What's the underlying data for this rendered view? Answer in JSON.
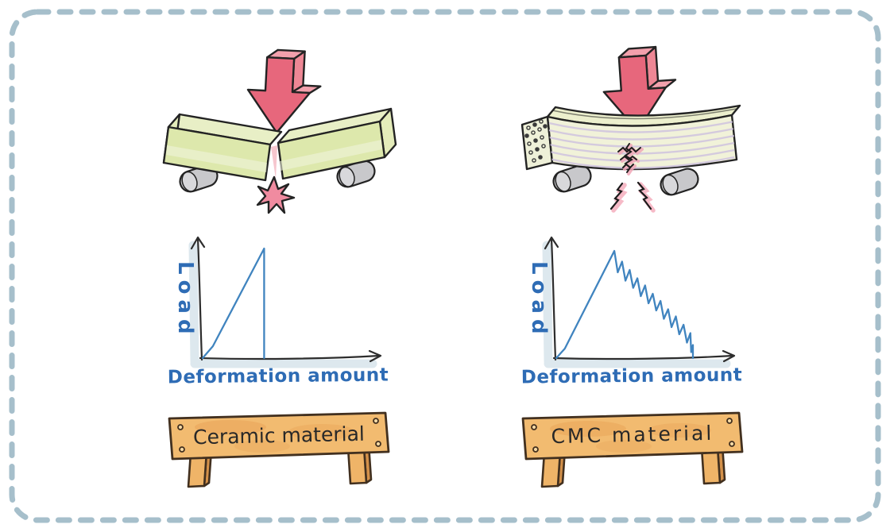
{
  "figure": {
    "type": "hand-drawn comparison diagram of flexural failure behaviour",
    "border_color": "#a6bfcb",
    "background_color": "#ffffff"
  },
  "colors": {
    "force_arrow_pink": "#e7677c",
    "ceramic_beam_green": "#dde8ac",
    "cmc_layer_stripe_lavender": "#cfc3de",
    "roller_gray": "#c8c8cb",
    "wood_sign_orange": "#f2bb70",
    "curve_blue": "#4084bf",
    "label_blue": "#2e6cb5",
    "crack_pink": "#f08ba0",
    "sign_text": "#282828"
  },
  "panels": [
    {
      "id": "ceramic",
      "sign_label": "Ceramic material",
      "icons": [
        "force-arrow-icon",
        "broken-beam",
        "support-rollers",
        "fracture-star-icon"
      ]
    },
    {
      "id": "cmc",
      "sign_label": "CMC material",
      "icons": [
        "force-arrow-icon",
        "layered-beam",
        "fiber-dots",
        "support-rollers",
        "crack-zigzag-icon",
        "crack-bolt-icon"
      ]
    }
  ],
  "chart_data": [
    {
      "type": "line",
      "title": "",
      "xlabel": "Deformation amount",
      "ylabel": "Load",
      "x_range": [
        0,
        1
      ],
      "y_range": [
        0,
        1
      ],
      "values_normalized": true,
      "grid": false,
      "legend": "none",
      "line_color": "#4084bf",
      "series": [
        {
          "name": "ceramic load-deformation curve (linear rise, sudden brittle fracture)",
          "points": [
            [
              0,
              0
            ],
            [
              0.06,
              0.1
            ],
            [
              0.36,
              0.92
            ],
            [
              0.36,
              0
            ]
          ]
        }
      ]
    },
    {
      "type": "line",
      "title": "",
      "xlabel": "Deformation amount",
      "ylabel": "Load",
      "x_range": [
        0,
        1
      ],
      "y_range": [
        0,
        1
      ],
      "values_normalized": true,
      "grid": false,
      "legend": "none",
      "line_color": "#4084bf",
      "series": [
        {
          "name": "CMC load-deformation curve (rise then gradual sawtooth decline, graceful failure)",
          "points": [
            [
              0,
              0
            ],
            [
              0.05,
              0.08
            ],
            [
              0.34,
              0.9
            ],
            [
              0.36,
              0.72
            ],
            [
              0.385,
              0.81
            ],
            [
              0.405,
              0.65
            ],
            [
              0.43,
              0.74
            ],
            [
              0.45,
              0.59
            ],
            [
              0.475,
              0.67
            ],
            [
              0.495,
              0.52
            ],
            [
              0.52,
              0.61
            ],
            [
              0.54,
              0.46
            ],
            [
              0.565,
              0.54
            ],
            [
              0.585,
              0.4
            ],
            [
              0.61,
              0.48
            ],
            [
              0.63,
              0.33
            ],
            [
              0.655,
              0.41
            ],
            [
              0.675,
              0.26
            ],
            [
              0.7,
              0.35
            ],
            [
              0.72,
              0.2
            ],
            [
              0.745,
              0.28
            ],
            [
              0.765,
              0.13
            ],
            [
              0.785,
              0.21
            ],
            [
              0.79,
              0.05
            ],
            [
              0.8,
              0.11
            ],
            [
              0.8,
              0
            ]
          ]
        }
      ]
    }
  ]
}
